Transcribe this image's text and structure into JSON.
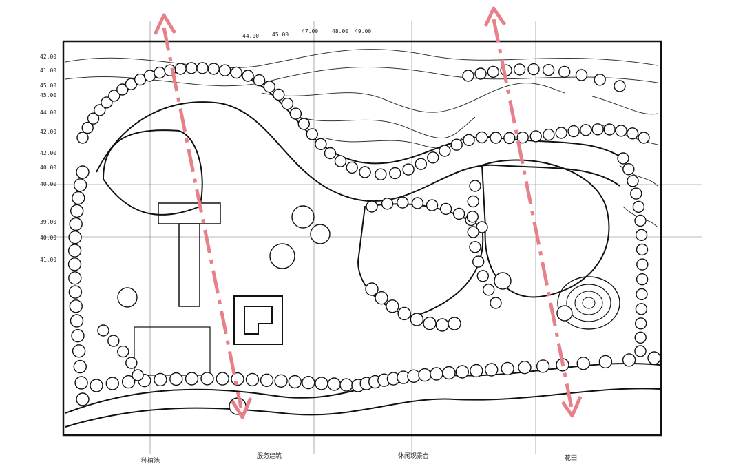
{
  "plan": {
    "left_elevations": [
      "42.00",
      "41.00",
      "45.00",
      "45.00",
      "44.00",
      "42.00",
      "42.00",
      "40.00",
      "40.00",
      "39.00",
      "40.00",
      "41.00"
    ],
    "top_elevations": [
      "44.00",
      "45.00",
      "47.00",
      "48.00",
      "49.00"
    ],
    "bottom_labels": [
      "种植池",
      "服务建筑",
      "休闲观景台",
      "花田"
    ]
  },
  "colors": {
    "ink": "#111111",
    "arrow": "#e8808a"
  }
}
